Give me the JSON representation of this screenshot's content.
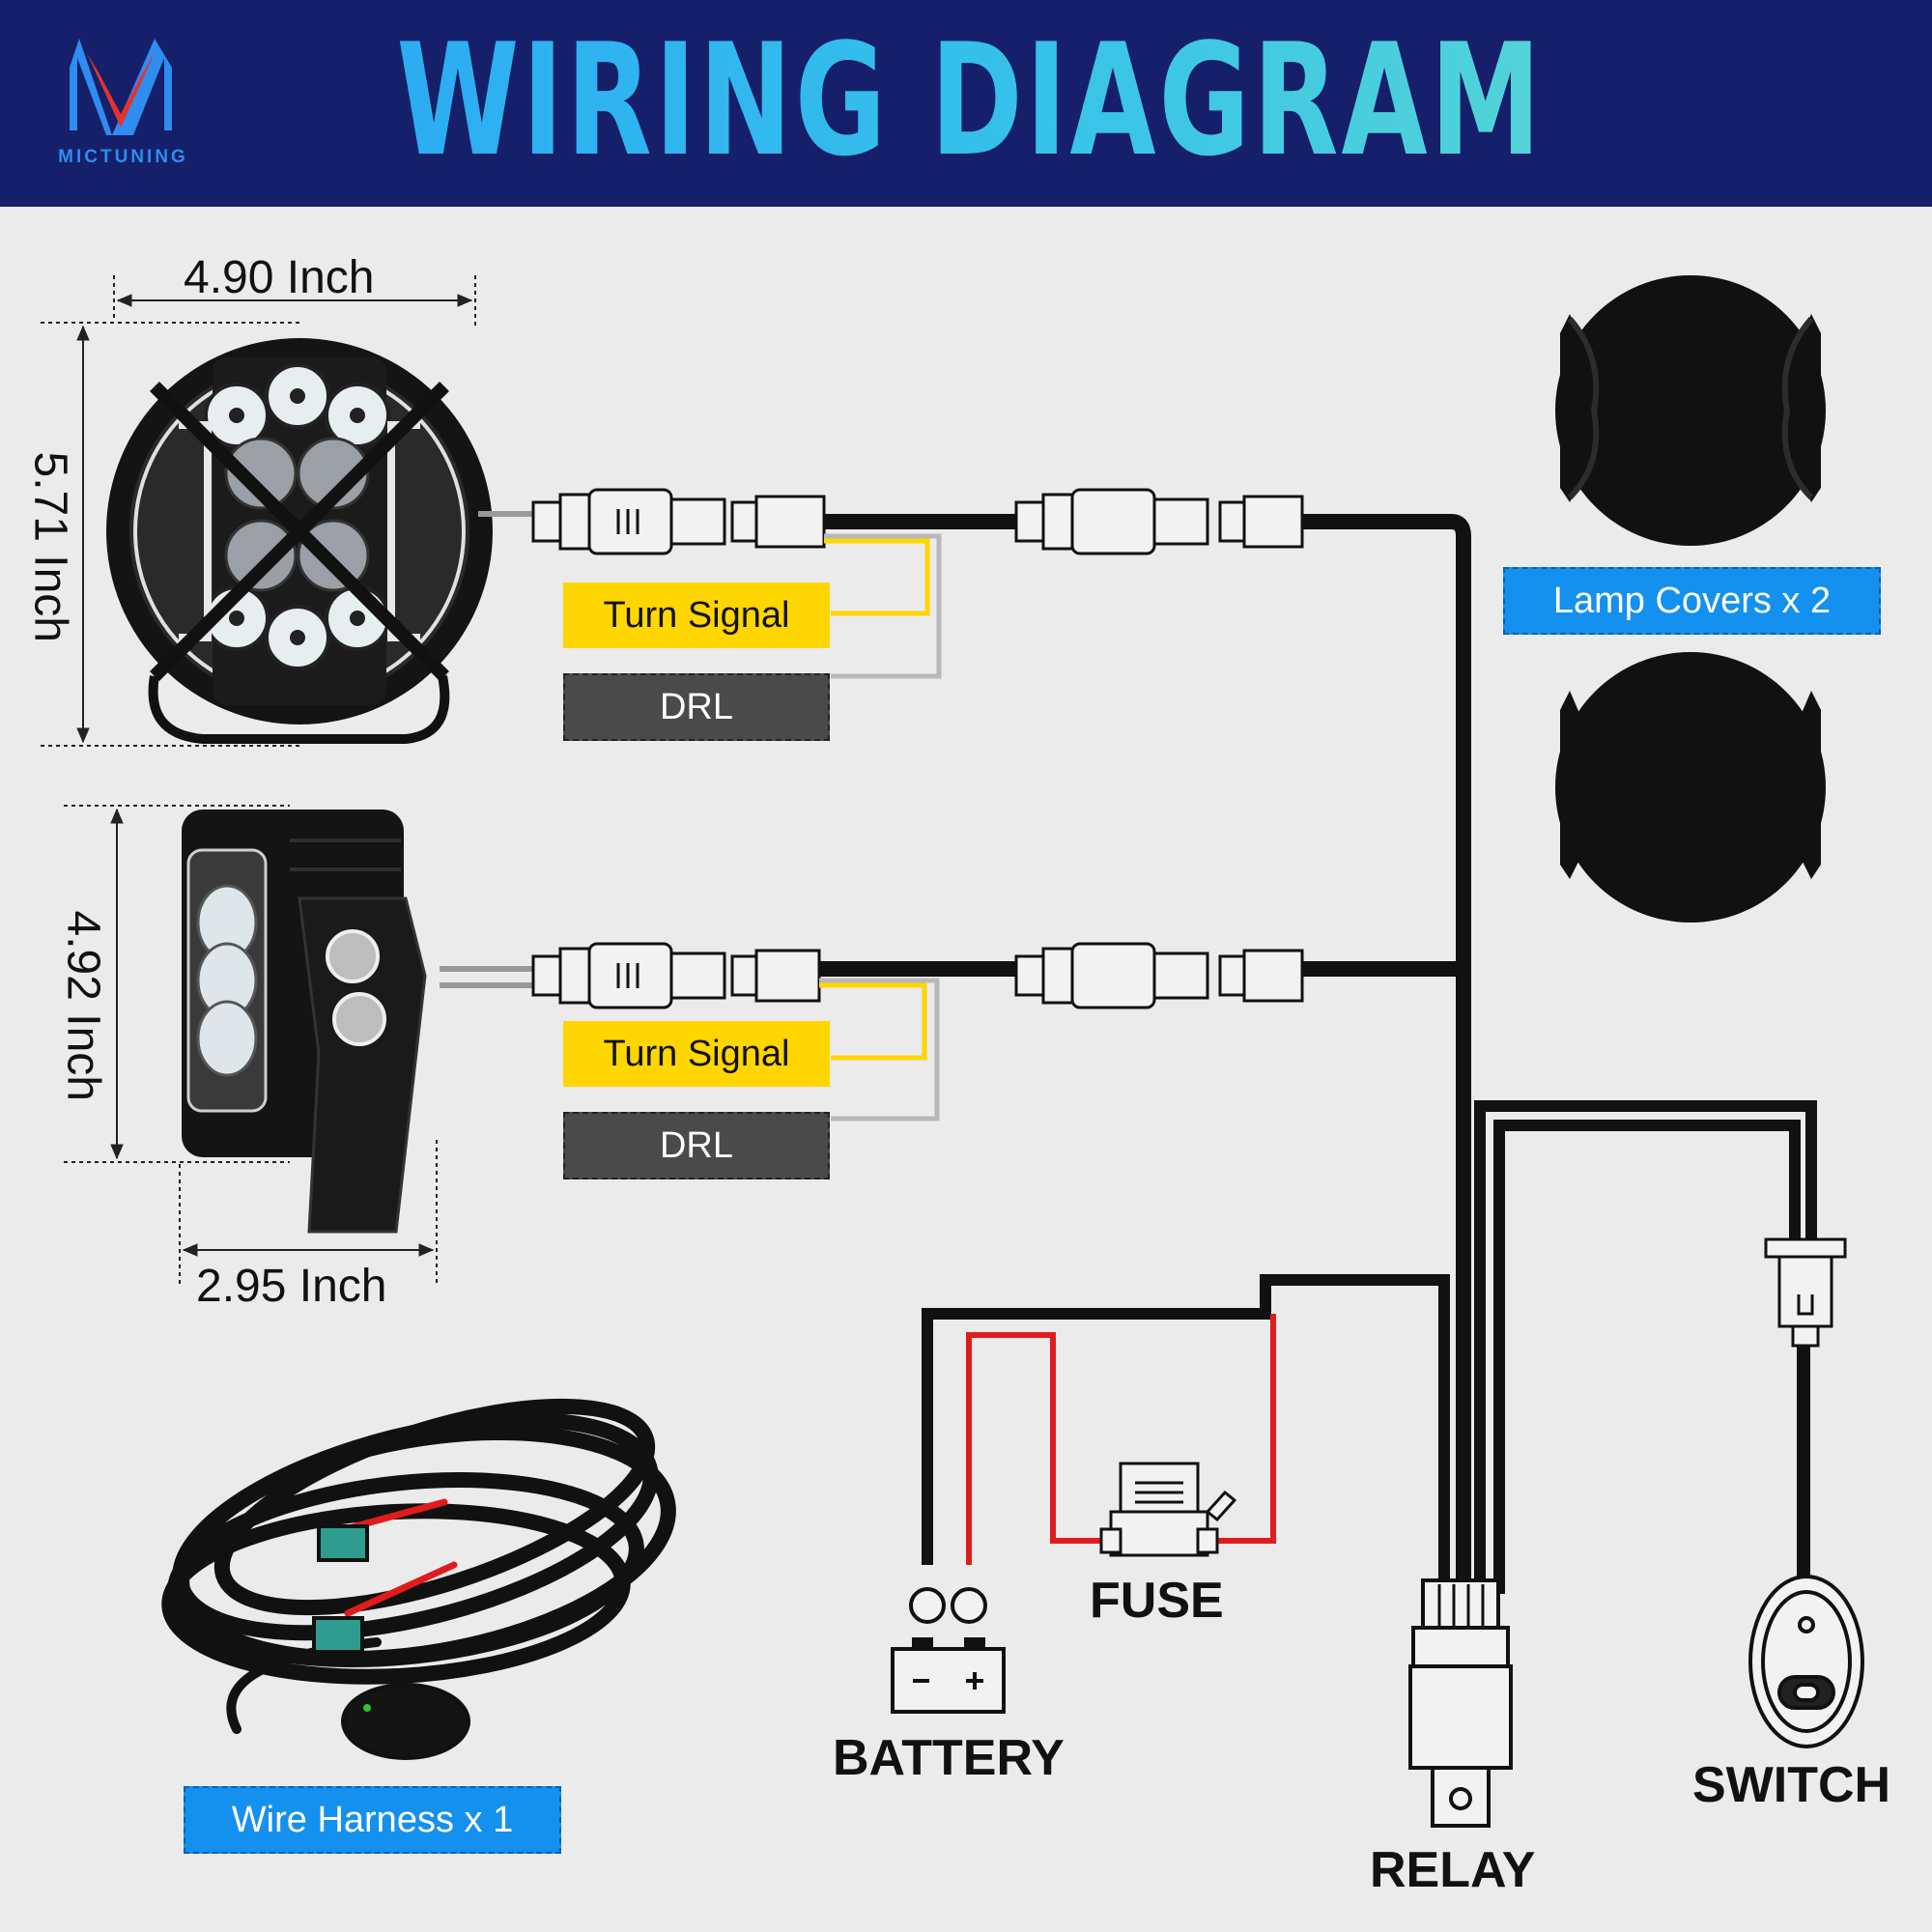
{
  "header": {
    "title": "WIRING DIAGRAM",
    "brand": "MICTUNING",
    "logo_colors": [
      "#e5322d",
      "#2f8cf0"
    ]
  },
  "dimensions": {
    "round_light_width": "4.90 Inch",
    "round_light_height": "5.71 Inch",
    "side_light_height": "4.92 Inch",
    "side_light_depth": "2.95 Inch"
  },
  "wire_labels": {
    "upper": {
      "turn_signal": "Turn Signal",
      "drl": "DRL"
    },
    "lower": {
      "turn_signal": "Turn Signal",
      "drl": "DRL"
    }
  },
  "accessories": {
    "lamp_covers": "Lamp Covers x 2",
    "wire_harness": "Wire Harness x 1"
  },
  "components": {
    "fuse": "FUSE",
    "battery": "BATTERY",
    "relay": "RELAY",
    "switch": "SWITCH"
  },
  "colors": {
    "header_bg": "#16206a",
    "turn_signal_wire": "#ffd600",
    "drl_wire": "#b8b8b8",
    "power_wire": "#e11b1b",
    "main_wire": "#111111",
    "accent_blue": "#1490ee"
  },
  "icons": [
    "mictuning-logo-icon",
    "round-led-light-icon",
    "side-led-light-icon",
    "connector-icon",
    "lamp-cover-icon",
    "wire-harness-icon",
    "fuse-icon",
    "battery-icon",
    "relay-icon",
    "switch-icon"
  ]
}
